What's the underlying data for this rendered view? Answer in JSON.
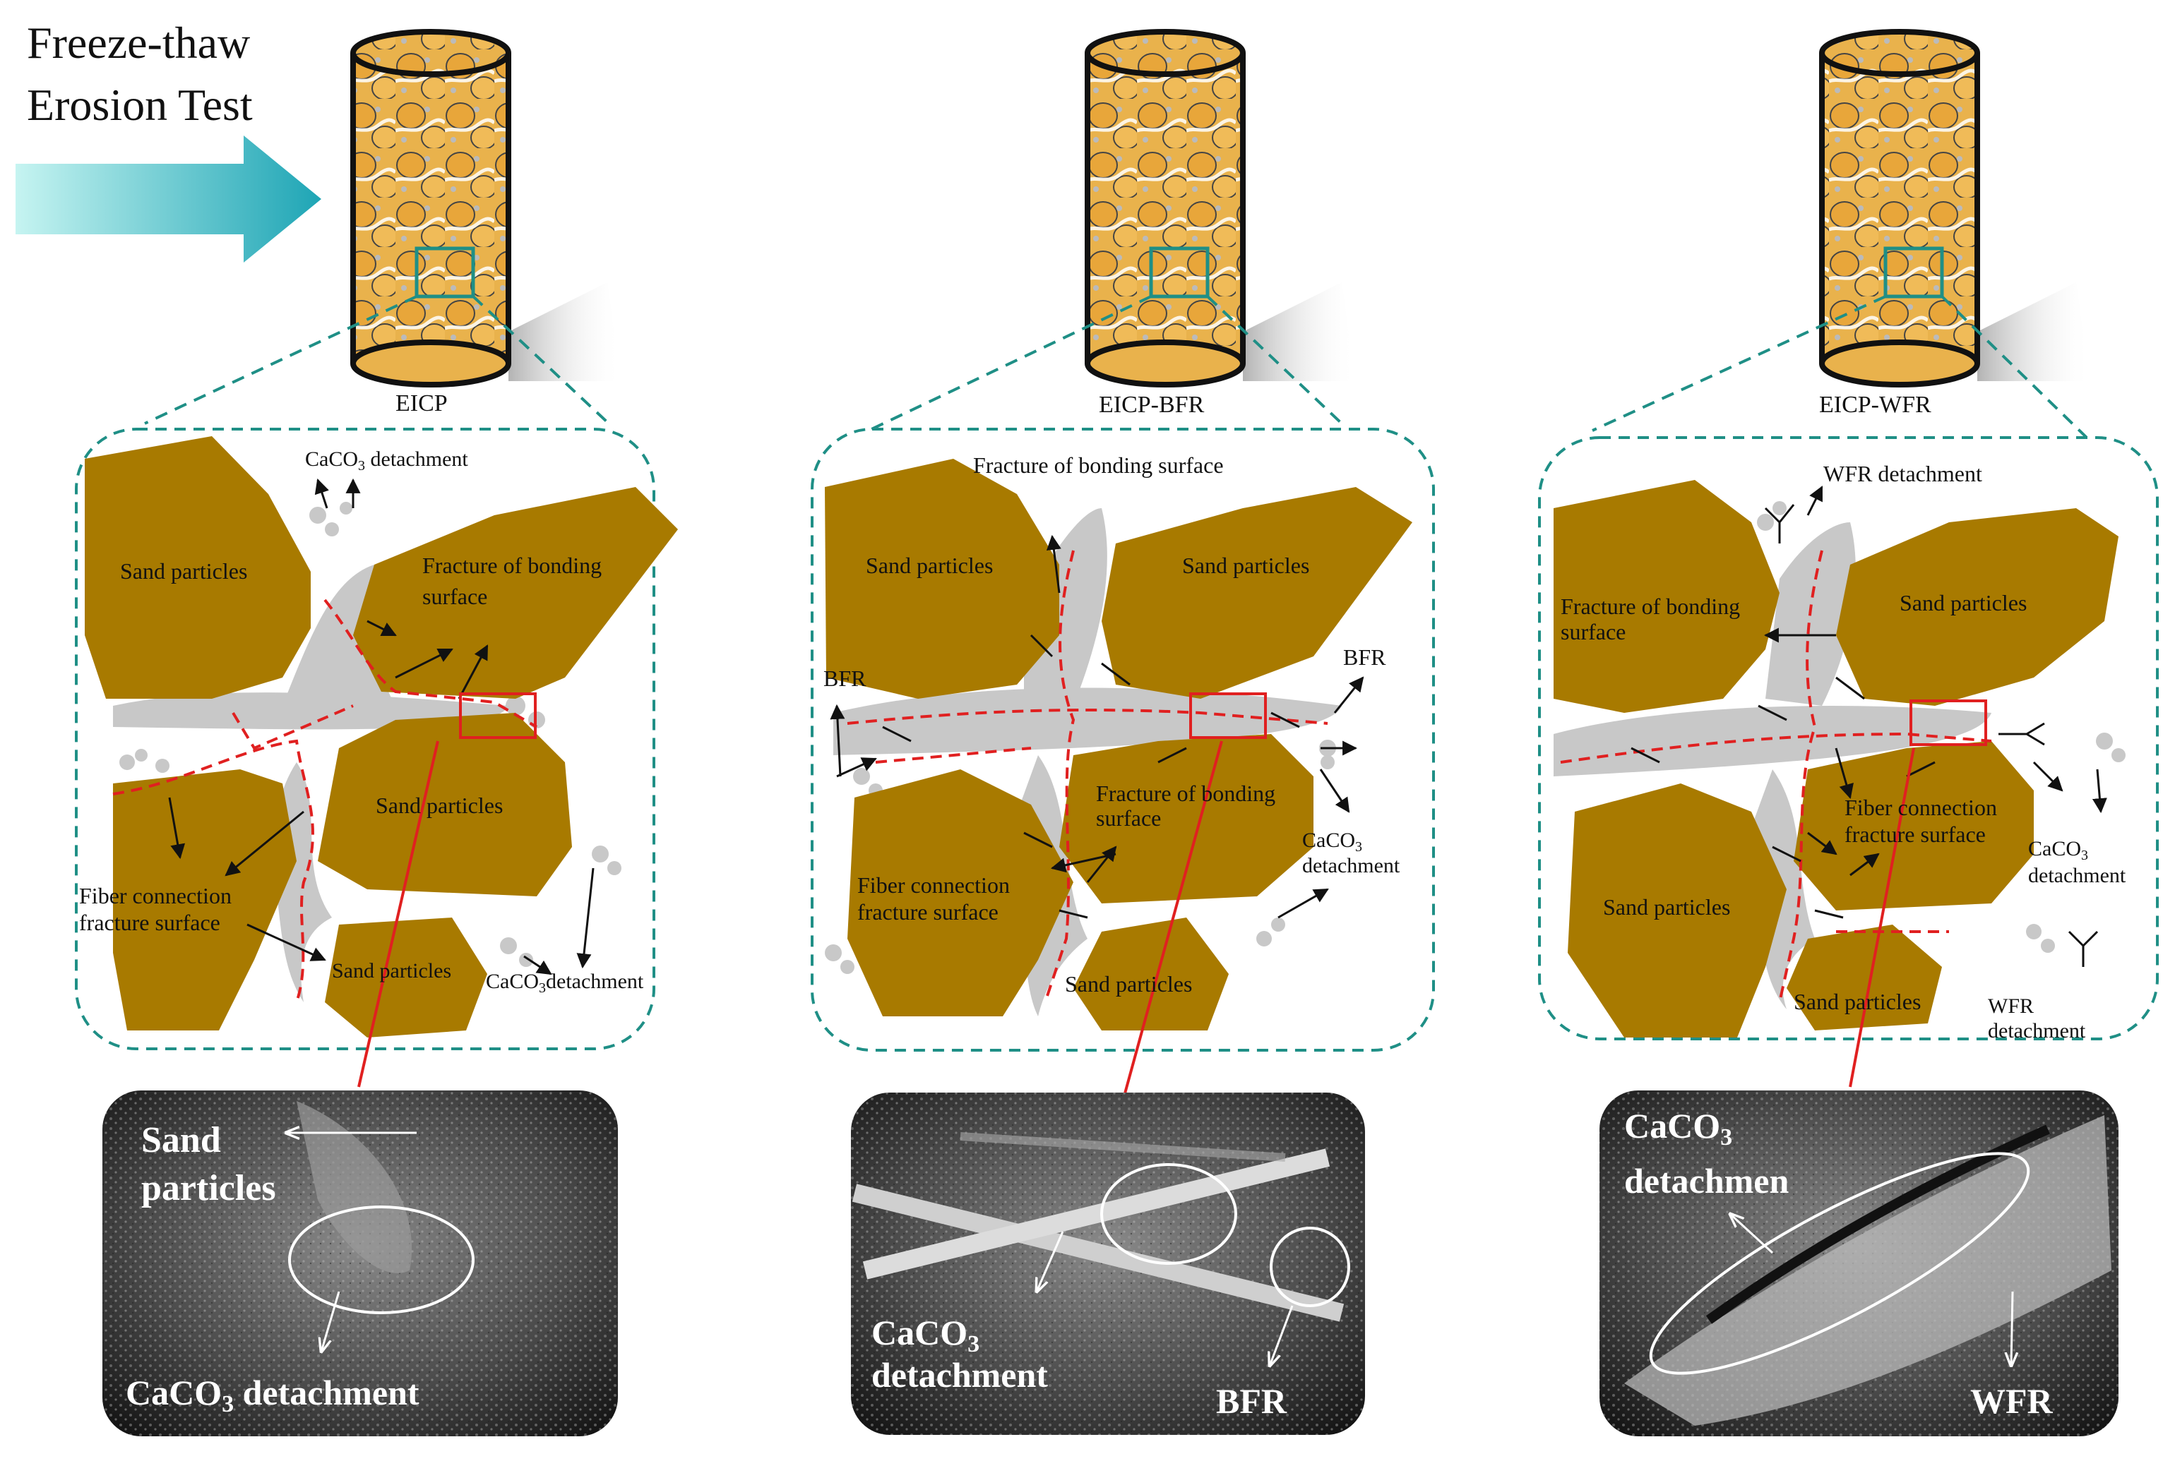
{
  "header": {
    "title_line1": "Freeze-thaw",
    "title_line2": "Erosion Test"
  },
  "columns": [
    {
      "sample_label": "EICP",
      "labels": {
        "top_detach": "detachment",
        "fracture_bonding_l1": "Fracture of bonding",
        "fracture_bonding_l2": "surface",
        "sand1": "Sand particles",
        "sand2": "Sand particles",
        "sand3": "Sand particles",
        "fiber_l1": "Fiber connection",
        "fiber_l2": "fracture surface",
        "bottom_detach": "detachment"
      },
      "sem": {
        "sand_l1": "Sand",
        "sand_l2": "particles",
        "caco3_detach": "detachment"
      }
    },
    {
      "sample_label": "EICP-BFR",
      "labels": {
        "fracture_top": "Fracture of bonding surface",
        "sand1": "Sand particles",
        "sand2": "Sand particles",
        "bfr_left": "BFR",
        "bfr_right": "BFR",
        "fracture_mid_l1": "Fracture of bonding",
        "fracture_mid_l2": "surface",
        "caco3_l2": "detachment",
        "fiber_l1": "Fiber connection",
        "fiber_l2": "fracture surface",
        "sand3": "Sand particles"
      },
      "sem": {
        "caco3_l2": "detachment",
        "bfr": "BFR"
      }
    },
    {
      "sample_label": "EICP-WFR",
      "labels": {
        "wfr_top": "WFR detachment",
        "fracture_l1": "Fracture of bonding",
        "fracture_l2": "surface",
        "sand1": "Sand particles",
        "fiber_l1": "Fiber connection",
        "fiber_l2": "fracture surface",
        "caco3_l2": "detachment",
        "sand2": "Sand particles",
        "sand3": "Sand particles",
        "wfr_bottom_l1": "WFR",
        "wfr_bottom_l2": "detachment"
      },
      "sem": {
        "caco3_l2": "detachmen",
        "wfr": "WFR"
      }
    }
  ],
  "chem": {
    "caco": "CaCO",
    "sub3": "3"
  },
  "colors": {
    "sand": "#a87a00",
    "cylinder_fill": "#e9b24c",
    "dashed_teal": "#1f8f86",
    "arrow_gradient_start": "#bff3f0",
    "arrow_gradient_end": "#1ea8b7",
    "fracture_red": "#e02020",
    "cement_gray": "#c8c8c8",
    "sem_dark": "#3a3a3a"
  },
  "icons": {
    "process_arrow": "right-arrow-icon",
    "cylinder": "cylinder-specimen-icon"
  }
}
